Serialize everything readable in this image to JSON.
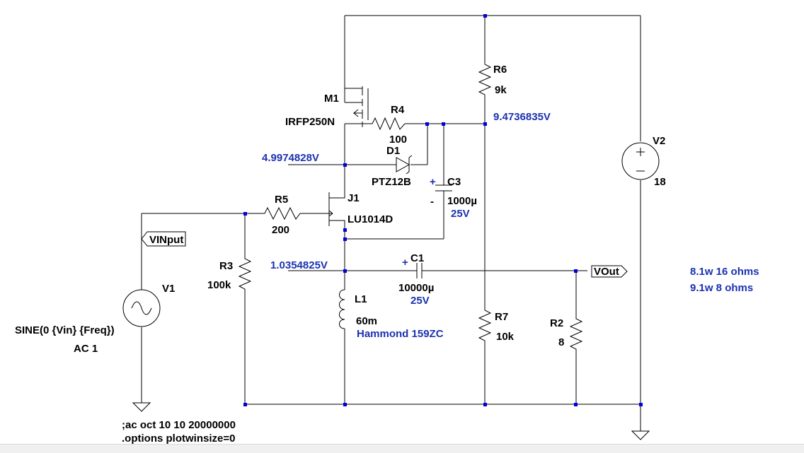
{
  "components": {
    "m1": {
      "name": "M1",
      "model": "IRFP250N"
    },
    "r4": {
      "name": "R4",
      "value": "100"
    },
    "d1": {
      "name": "D1",
      "model": "PTZ12B"
    },
    "r6": {
      "name": "R6",
      "value": "9k"
    },
    "r7": {
      "name": "R7",
      "value": "10k"
    },
    "r5": {
      "name": "R5",
      "value": "200"
    },
    "r3": {
      "name": "R3",
      "value": "100k"
    },
    "r2": {
      "name": "R2",
      "value": "8"
    },
    "j1": {
      "name": "J1",
      "model": "LU1014D"
    },
    "c3": {
      "name": "C3",
      "value": "1000µ",
      "rating": "25V",
      "plus": "+",
      "minus": "-"
    },
    "c1": {
      "name": "C1",
      "value": "10000µ",
      "rating": "25V",
      "plus": "+"
    },
    "l1": {
      "name": "L1",
      "value": "60m",
      "part": "Hammond 159ZC"
    },
    "v1": {
      "name": "V1",
      "source": "SINE(0 {Vin} {Freq})",
      "ac": "AC 1"
    },
    "v2": {
      "name": "V2",
      "value": "18"
    }
  },
  "node_voltages": {
    "mid": "9.4736835V",
    "gate": "4.9974828V",
    "out": "1.0354825V"
  },
  "net_labels": {
    "input": "VINput",
    "output": "VOut"
  },
  "notes": {
    "power_16": "8.1w 16 ohms",
    "power_8": "9.1w 8 ohms"
  },
  "directives": {
    "ac": ";ac oct 10 10 20000000",
    "options": ".options plotwinsize=0"
  },
  "colors": {
    "wire": "#000000",
    "junction": "#0000e0",
    "annotation": "#1b32b0"
  }
}
